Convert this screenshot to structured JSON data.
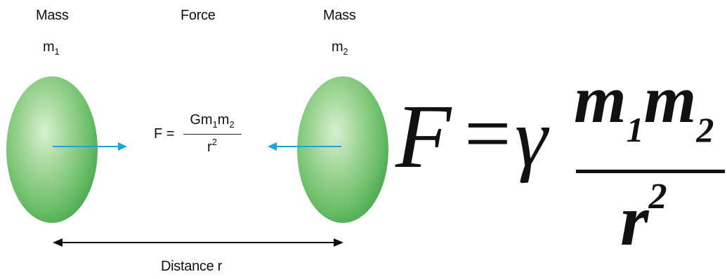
{
  "labels": {
    "mass_left": "Mass",
    "mass_left_symbol": "m",
    "mass_left_sub": "1",
    "force": "Force",
    "mass_right": "Mass",
    "mass_right_symbol": "m",
    "mass_right_sub": "2",
    "distance": "Distance r"
  },
  "small_equation": {
    "lhs": "F =",
    "num_G": "Gm",
    "num_sub1": "1",
    "num_m2": "m",
    "num_sub2": "2",
    "den_r": "r",
    "den_exp": "2"
  },
  "big_equation": {
    "F": "F",
    "equals": "=",
    "gamma": "γ",
    "m1": "m",
    "sub1": "1",
    "m2": "m",
    "sub2": "2",
    "r": "r",
    "exp": "2"
  },
  "colors": {
    "arrow_force": "#1ba6d6",
    "arrow_distance": "#111111",
    "sphere_green": "#6cbf68"
  },
  "icons": {
    "left_force_arrow": "arrow-right-icon",
    "right_force_arrow": "arrow-left-icon",
    "distance_arrow": "double-arrow-icon"
  }
}
